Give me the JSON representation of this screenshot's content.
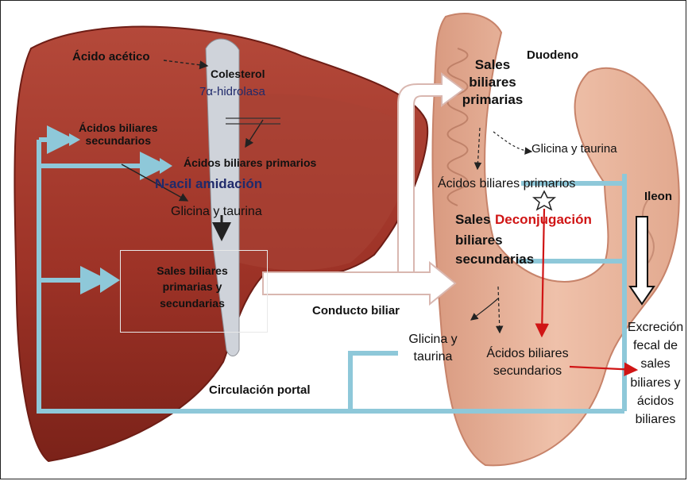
{
  "colors": {
    "liver": "#a0362a",
    "liver_dark": "#6e1d15",
    "intestine": "#e8b49a",
    "intestine_dark": "#c7836a",
    "portal_line": "#8ec8d9",
    "red_arrow": "#d01515",
    "dark_blue_text": "#1f2a6b"
  },
  "labels": {
    "acetic_acid": "Ácido acético",
    "cholesterol": "Colesterol",
    "hydrolase": "7α-hidrolasa",
    "secondary_bile_acids_liver": "Ácidos biliares\nsecundarios",
    "primary_bile_acids_liver": "Ácidos biliares primarios",
    "n_acyl": "N-acil amidación",
    "glycine_taurine_liver": "Glicina y taurina",
    "bile_salts_box": "Sales biliares\nprimarias y\nsecundarias",
    "bile_duct": "Conducto biliar",
    "portal_circulation": "Circulación portal",
    "duodenum": "Duodeno",
    "primary_bile_salts": "Sales\nbiliares\nprimarias",
    "glycine_taurine_top": "Glicina y taurina",
    "primary_bile_acids_gut": "Ácidos biliares primarios",
    "ileum": "Ileon",
    "secondary_bile_salts_prefix": "Sales",
    "deconjugation": "Deconjugación",
    "secondary_bile_salts_rest": "biliares\nsecundarias",
    "glycine_taurine_bottom": "Glicina y\ntaurina",
    "secondary_bile_acids_gut": "Ácidos biliares\nsecundarios",
    "fecal_excretion": "Excreción\nfecal de\nsales\nbiliares y\nácidos\nbiliares"
  }
}
